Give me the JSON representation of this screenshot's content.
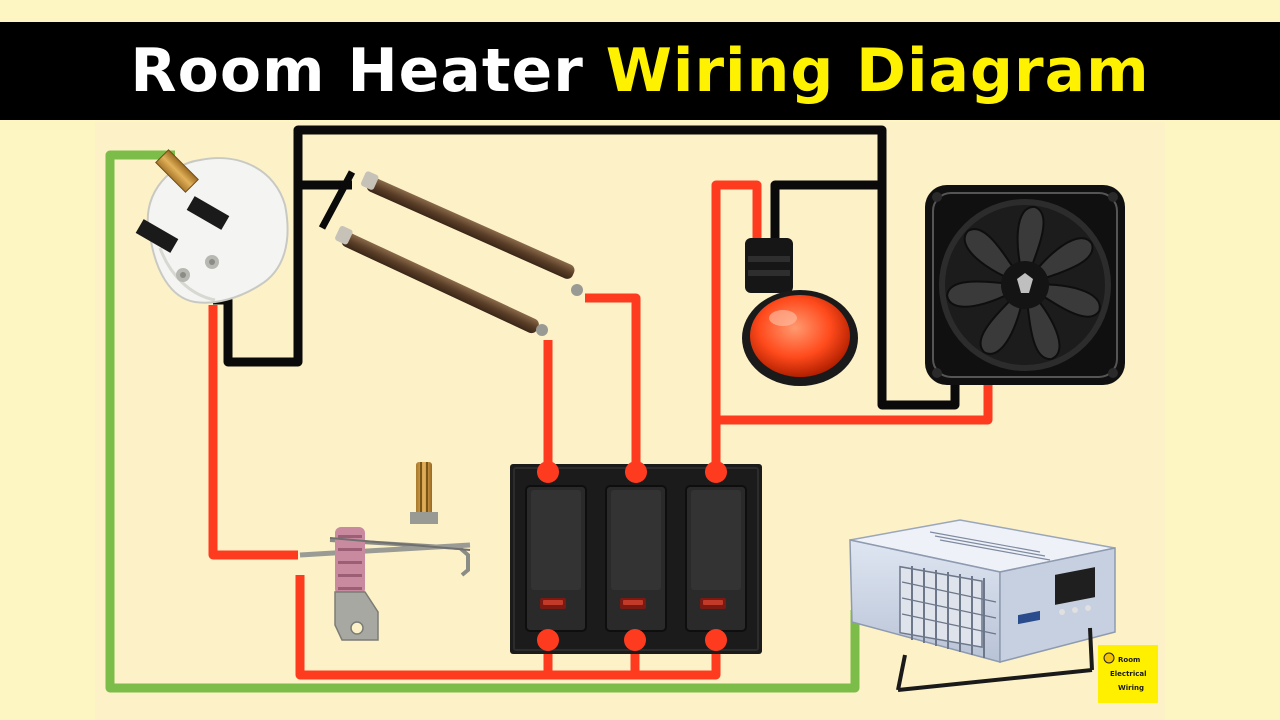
{
  "title": {
    "part1": "Room Heater",
    "part2": "Wiring Diagram"
  },
  "colors": {
    "background": "#fdf6c3",
    "title_bar": "#000000",
    "title_white": "#ffffff",
    "title_yellow": "#fff200",
    "earth_wire": "#7cbd4a",
    "live_wire": "#ff3b1f",
    "neutral_wire": "#000000"
  },
  "components": {
    "plug": "plug-icon",
    "heating_element_1": "heating-rod-icon",
    "heating_element_2": "heating-rod-icon",
    "indicator_lamp": "indicator-lamp-icon",
    "cooling_fan": "fan-icon",
    "thermostat": "thermostat-icon",
    "switch_board": "switch-board-icon",
    "room_heater": "room-heater-icon"
  },
  "watermark": {
    "line1": "Room",
    "line2": "Electrical",
    "line3": "Wiring"
  }
}
